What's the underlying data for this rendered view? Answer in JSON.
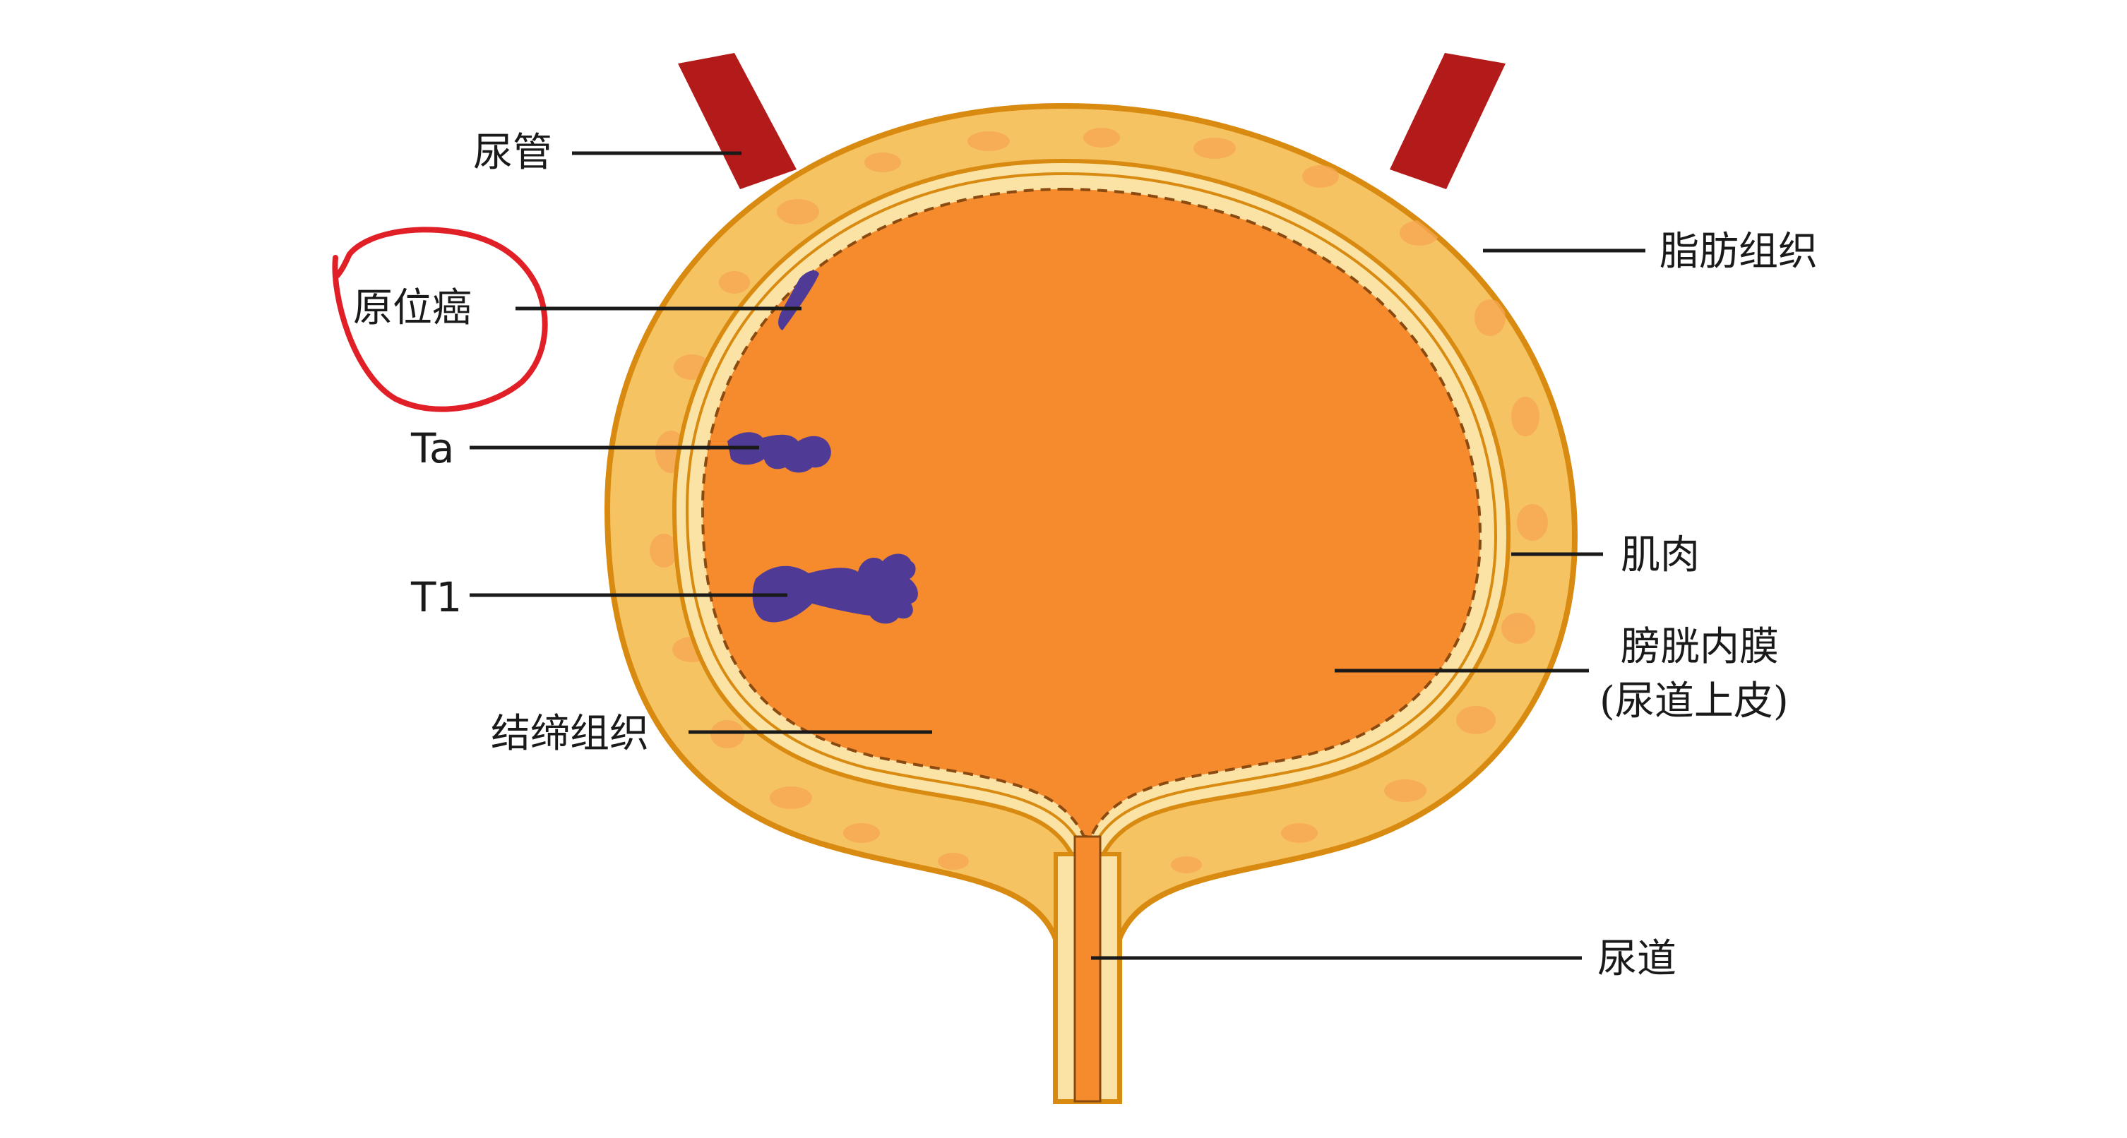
{
  "labels": {
    "ureter": "尿管",
    "carcinoma_in_situ": "原位癌",
    "ta": "Ta",
    "t1": "T1",
    "connective_tissue": "结缔组织",
    "fat_tissue": "脂肪组织",
    "muscle": "肌肉",
    "urothelium_line1": "膀胱内膜",
    "urothelium_line2": "(尿道上皮)",
    "urethra": "尿道"
  },
  "colors": {
    "lumen": "#F58B2C",
    "fat_layer": "#F6C363",
    "fat_blob": "#F7A552",
    "outline": "#D98A10",
    "submucosa": "#FBE3A6",
    "ureter": "#B31A1A",
    "tumor": "#4F3A96",
    "highlight_circle": "#E01F26"
  }
}
